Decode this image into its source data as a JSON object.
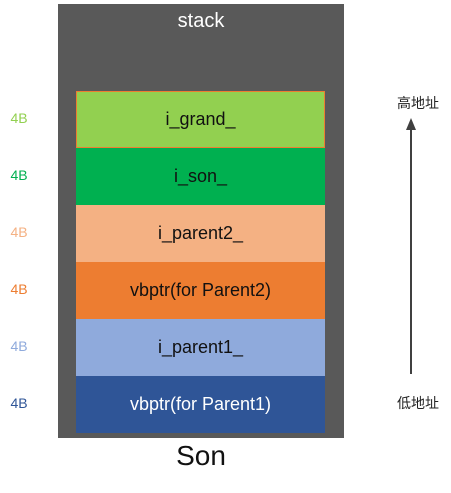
{
  "stack": {
    "title": "stack",
    "caption": "Son",
    "blocks": [
      {
        "label": "i_grand_",
        "size": "4B",
        "fill": "#92d050",
        "size_color": "#92d050",
        "text_color": "#111111"
      },
      {
        "label": "i_son_",
        "size": "4B",
        "fill": "#00b050",
        "size_color": "#00b050",
        "text_color": "#111111"
      },
      {
        "label": "i_parent2_",
        "size": "4B",
        "fill": "#f4b183",
        "size_color": "#f4b183",
        "text_color": "#111111"
      },
      {
        "label": "vbptr(for Parent2)",
        "size": "4B",
        "fill": "#ed7d31",
        "size_color": "#ed7d31",
        "text_color": "#111111"
      },
      {
        "label": "i_parent1_",
        "size": "4B",
        "fill": "#8faadc",
        "size_color": "#8faadc",
        "text_color": "#111111"
      },
      {
        "label": "vbptr(for Parent1)",
        "size": "4B",
        "fill": "#2f5597",
        "size_color": "#2f5597",
        "text_color": "#ffffff"
      }
    ]
  },
  "address": {
    "high": "高地址",
    "low": "低地址"
  },
  "colors": {
    "stack_bg": "#595959",
    "arrow": "#404040"
  }
}
